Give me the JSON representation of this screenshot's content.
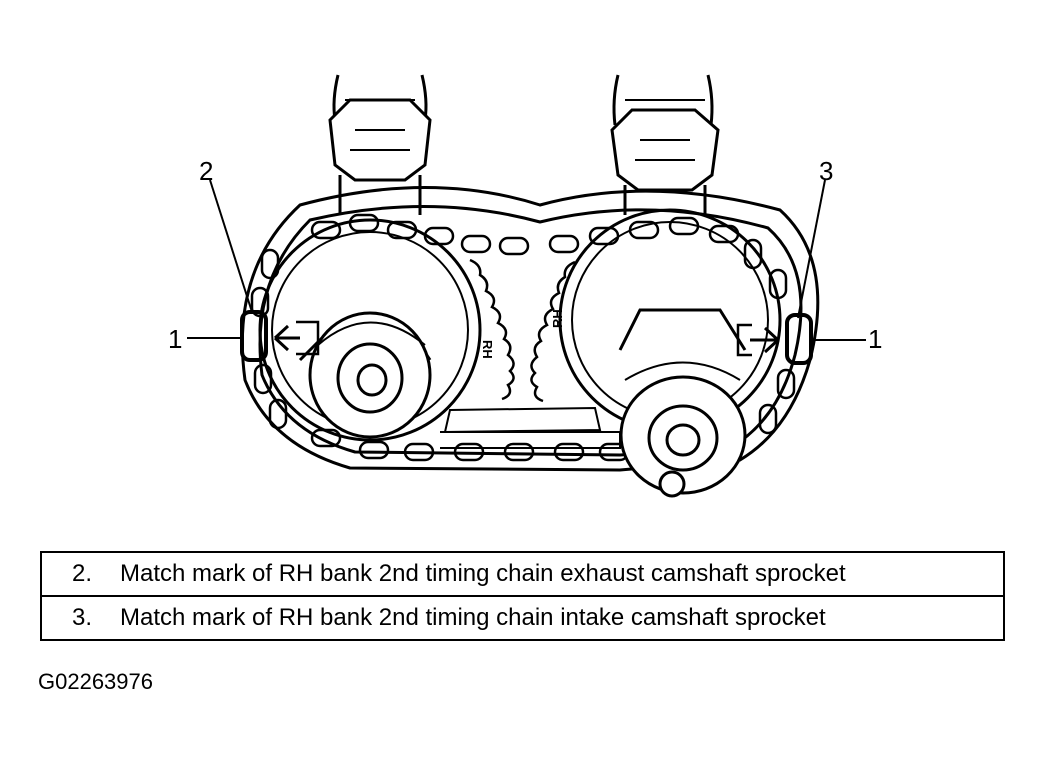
{
  "figure": {
    "callouts": {
      "left_top": "2",
      "right_top": "3",
      "left_mid": "1",
      "right_mid": "1"
    },
    "stamps": {
      "left_sprocket": "RH",
      "right_sprocket": "RH"
    },
    "legend": [
      {
        "number": "2.",
        "text": "Match mark of RH bank 2nd timing chain exhaust camshaft sprocket"
      },
      {
        "number": "3.",
        "text": "Match mark of RH bank 2nd timing chain intake camshaft sprocket"
      }
    ],
    "code": "G02263976"
  }
}
